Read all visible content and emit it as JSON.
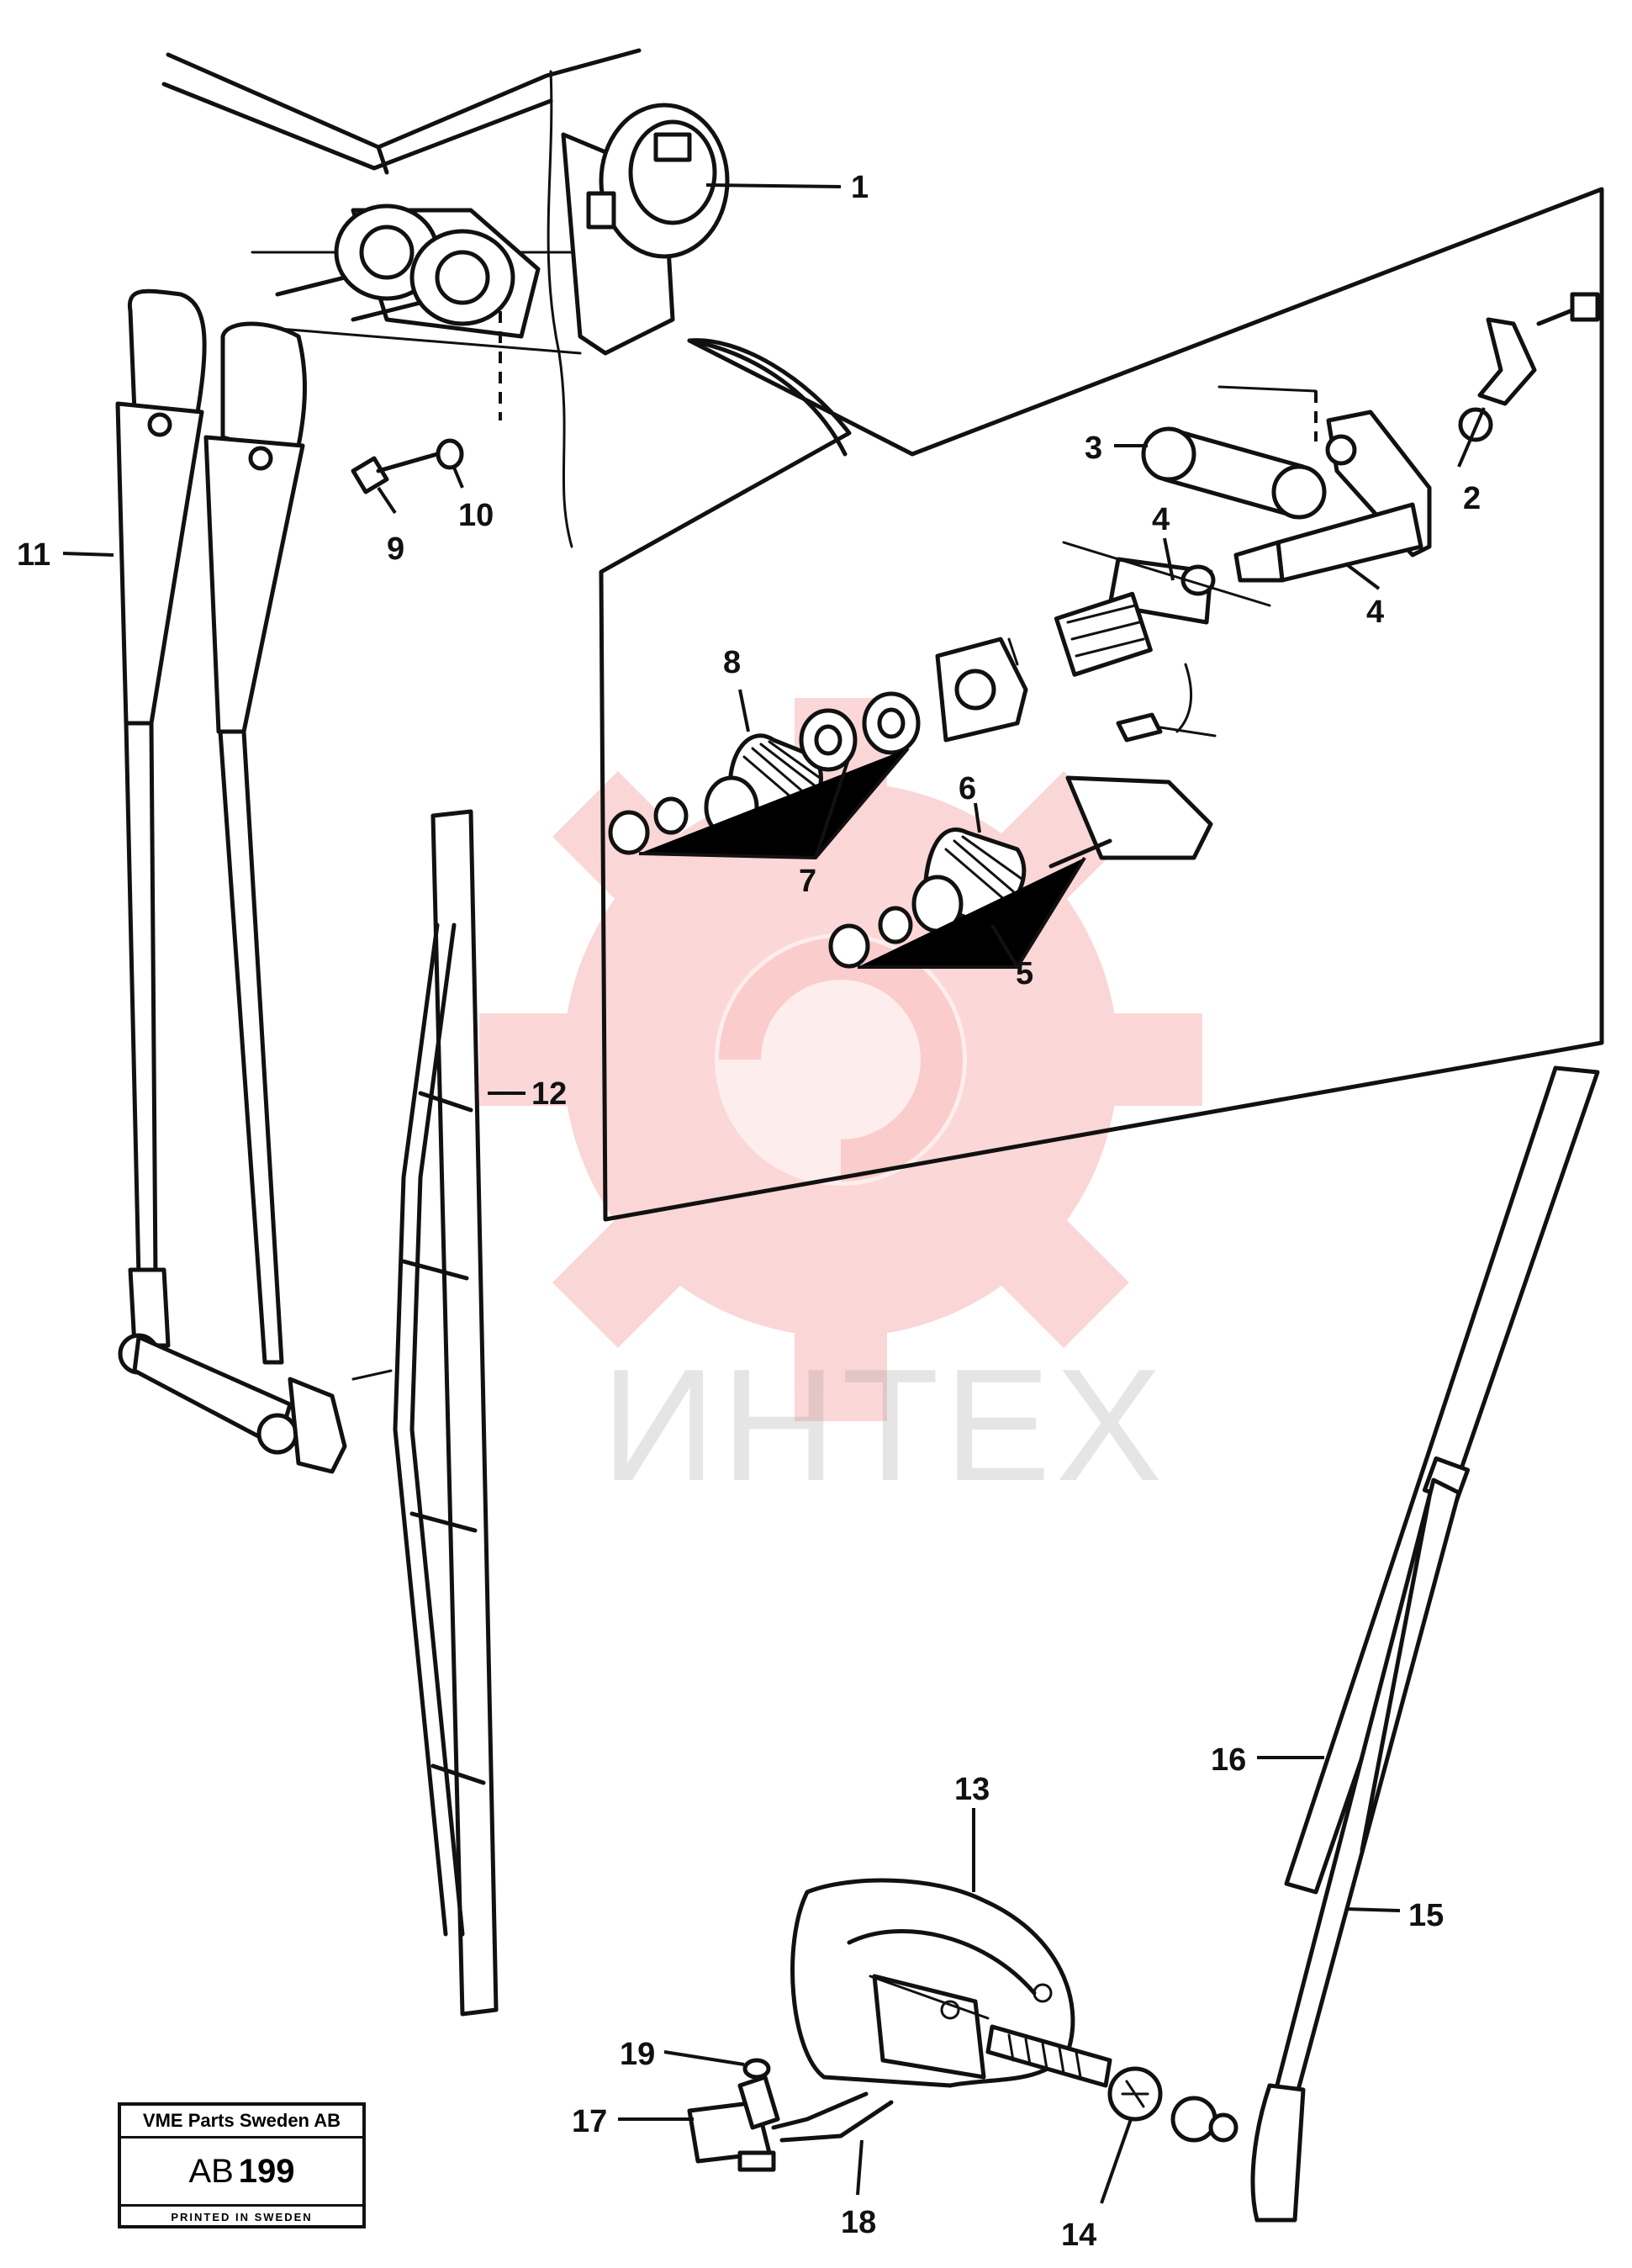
{
  "watermark": {
    "text": "ИНТЕХ",
    "color": "#f04b4b"
  },
  "stamp": {
    "company": "VME Parts Sweden AB",
    "code_prefix": "AB",
    "code_number": "199",
    "printed": "PRINTED IN SWEDEN"
  },
  "callouts": {
    "c1": "1",
    "c2": "2",
    "c3": "3",
    "c4a": "4",
    "c4b": "4",
    "c5": "5",
    "c6": "6",
    "c7": "7",
    "c8": "8",
    "c9": "9",
    "c10": "10",
    "c11": "11",
    "c12": "12",
    "c13": "13",
    "c14": "14",
    "c15": "15",
    "c16": "16",
    "c17": "17",
    "c18": "18",
    "c19": "19"
  }
}
